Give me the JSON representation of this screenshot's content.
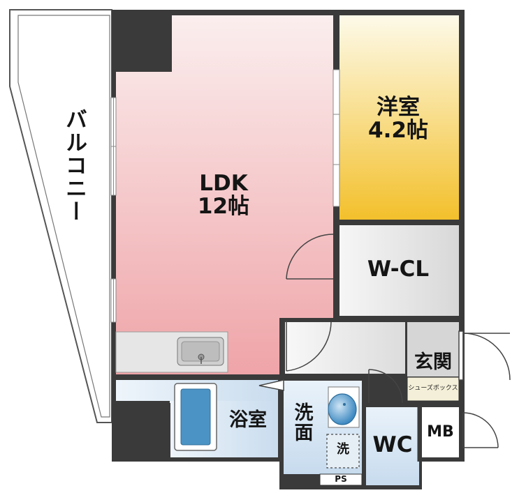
{
  "floor_plan": {
    "rooms": {
      "balcony": "バルコニー",
      "ldk_name": "LDK",
      "ldk_size": "12帖",
      "western_name": "洋室",
      "western_size": "4.2帖",
      "walk_in_closet": "W-CL",
      "entrance": "玄関",
      "shoe_box": "シューズボックス",
      "bathroom": "浴室",
      "washroom_line1": "洗",
      "washroom_line2": "面",
      "washer_space": "洗",
      "toilet": "WC",
      "meter_box": "MB",
      "pipe_space": "PS"
    },
    "colors": {
      "wall": "#3a3a3a",
      "ldk_top": "#fbeeee",
      "ldk_bottom": "#efa4a8",
      "western_top": "#fdfae9",
      "western_bottom": "#f3c02c",
      "closet": "#ececec",
      "wet_area": "#dde9f4",
      "bathtub": "#4b93c4"
    }
  }
}
